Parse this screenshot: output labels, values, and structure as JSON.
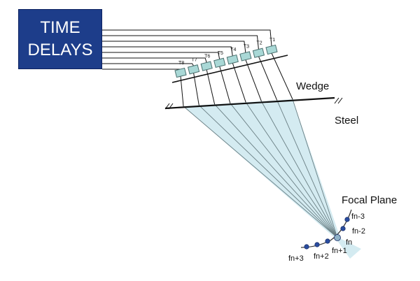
{
  "time_delays_box": {
    "line1": "TIME",
    "line2": "DELAYS"
  },
  "elements": [
    "T1",
    "T2",
    "T3",
    "T4",
    "T5",
    "T6",
    "T7",
    "T8"
  ],
  "labels": {
    "wedge": "Wedge",
    "steel": "Steel",
    "focal_plane": "Focal Plane"
  },
  "focal_points": [
    "fn-3",
    "fn-2",
    "fn",
    "fn+1",
    "fn+2",
    "fn+3"
  ],
  "colors": {
    "box": "#1d3d8a",
    "element_fill": "#a9d8d6",
    "element_stroke": "#4a6f6e",
    "beam": "#cfe9ef",
    "focal_dot": "#2a4da0",
    "line": "#111111"
  }
}
